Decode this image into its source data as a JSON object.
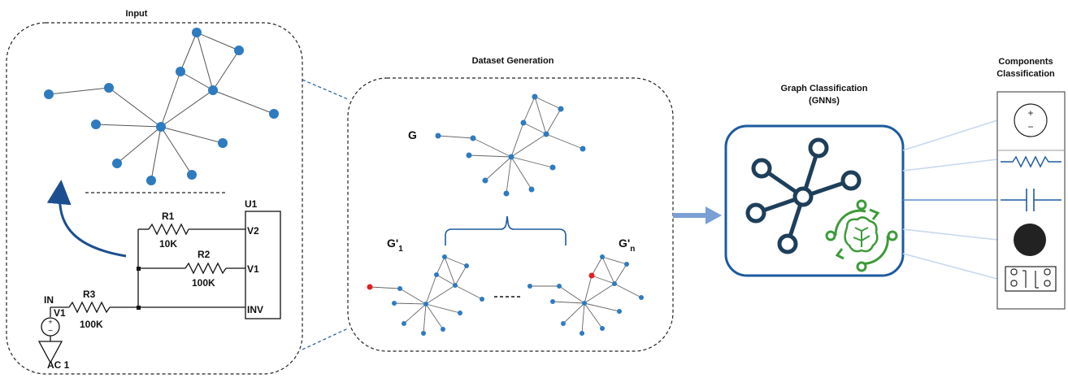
{
  "titles": {
    "input": "Input",
    "dataset": "Dataset Generation",
    "graph_class_1": "Graph Classification",
    "graph_class_2": "(GNNs)",
    "components_1": "Components",
    "components_2": "Classification"
  },
  "circuit": {
    "u1": "U1",
    "v2": "V2",
    "v1_pin": "V1",
    "inv": "INV",
    "r1": "R1",
    "r1_val": "10K",
    "r2": "R2",
    "r2_val": "100K",
    "r3": "R3",
    "r3_val": "100K",
    "in": "IN",
    "v1_src": "V1",
    "ac1": "AC 1"
  },
  "graphs": {
    "g": "G",
    "g1_main": "G'",
    "g1_sub": "1",
    "gn_main": "G'",
    "gn_sub": "n"
  },
  "colors": {
    "node": "#2e7bbf",
    "highlight": "#e02020",
    "box": "#1c5aa0",
    "gnn_green": "#3e9a3a",
    "gnn_icon": "#1e3f5a"
  },
  "components": [
    "ac-source-icon",
    "resistor-icon",
    "capacitor-icon",
    "black-circle-icon",
    "ic-chip-icon"
  ]
}
